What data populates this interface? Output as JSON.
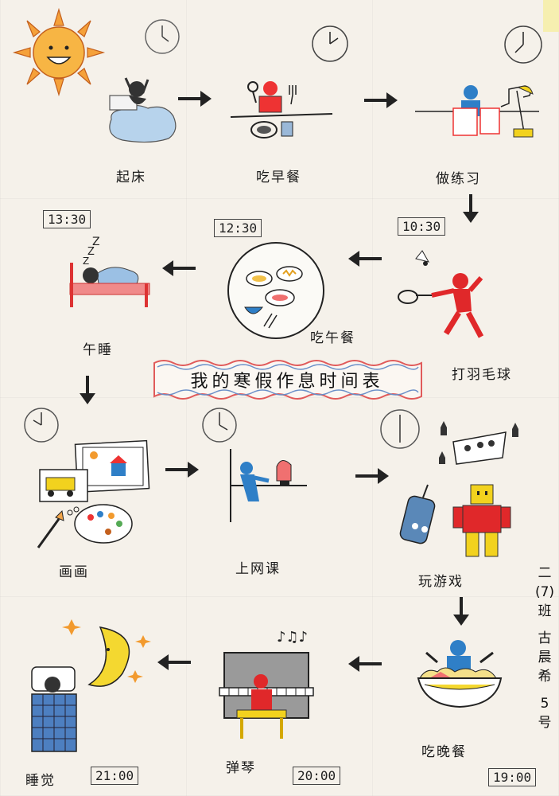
{
  "title": "我的寒假作息时间表",
  "schedule": [
    {
      "activity": "起床"
    },
    {
      "activity": "吃早餐"
    },
    {
      "activity": "做练习"
    },
    {
      "activity": "打羽毛球",
      "time": "10:30"
    },
    {
      "activity": "吃午餐",
      "time": "12:30"
    },
    {
      "activity": "午睡",
      "time": "13:30"
    },
    {
      "activity": "画画"
    },
    {
      "activity": "上网课"
    },
    {
      "activity": "玩游戏"
    },
    {
      "activity": "吃晚餐",
      "time": "19:00"
    },
    {
      "activity": "弹琴",
      "time": "20:00"
    },
    {
      "activity": "睡觉",
      "time": "21:00"
    }
  ],
  "author": {
    "class": "二(7)班",
    "name": "古晨希",
    "number": "5号"
  },
  "colors": {
    "sun": "#f29a2e",
    "figure_red": "#e0282a",
    "figure_blue": "#2f7fc7",
    "lamp_yellow": "#f2d21e",
    "banner_wave_red": "#e05a5a",
    "banner_wave_blue": "#6a8fc8"
  }
}
